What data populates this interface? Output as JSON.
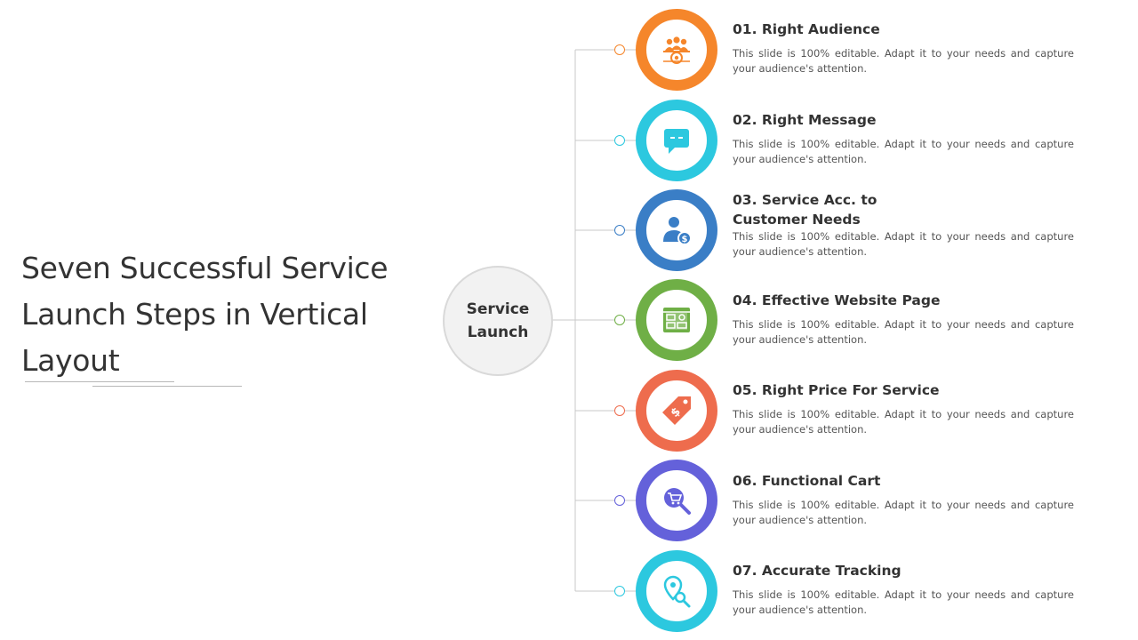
{
  "slide": {
    "title": "Seven Successful Service Launch Steps in Vertical Layout"
  },
  "hub": {
    "label": "Service Launch"
  },
  "steps": [
    {
      "title": "01. Right Audience",
      "description": "This slide is 100% editable. Adapt it to your needs and capture your audience's attention.",
      "color": "#F5862B",
      "icon": "audience-target-icon"
    },
    {
      "title": "02. Right Message",
      "description": "This slide is 100% editable. Adapt it to your needs and capture your audience's attention.",
      "color": "#2CC8DF",
      "icon": "chat-bubble-icon"
    },
    {
      "title": "03. Service Acc. to Customer Needs",
      "description": "This slide is 100% editable. Adapt it to your needs and capture your audience's attention.",
      "color": "#3A7EC6",
      "icon": "customer-dollar-icon"
    },
    {
      "title": "04. Effective Website Page",
      "description": "This slide is 100% editable. Adapt it to your needs and capture your audience's attention.",
      "color": "#6FAF46",
      "icon": "webpage-icon"
    },
    {
      "title": "05. Right Price For Service",
      "description": "This slide is 100% editable. Adapt it to your needs and capture your audience's attention.",
      "color": "#EE6C4D",
      "icon": "price-tag-icon"
    },
    {
      "title": "06. Functional Cart",
      "description": "This slide is 100% editable. Adapt it to your needs and capture your audience's attention.",
      "color": "#6461DA",
      "icon": "cart-search-icon"
    },
    {
      "title": "07. Accurate Tracking",
      "description": "This slide is 100% editable. Adapt it to your needs and capture your audience's attention.",
      "color": "#2CC8DF",
      "icon": "location-tracking-icon"
    }
  ]
}
